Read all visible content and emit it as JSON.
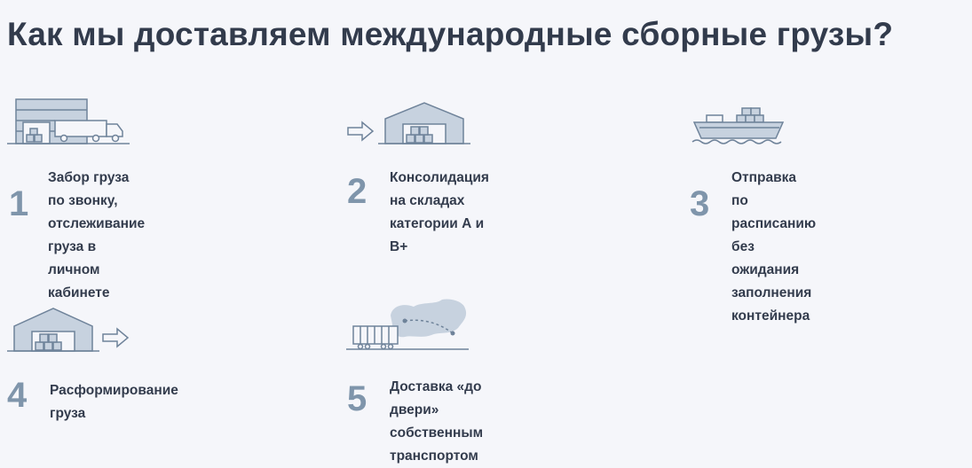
{
  "title": "Как мы доставляем международные сборные грузы?",
  "colors": {
    "background": "#f5f6fa",
    "icon_stroke": "#6f839a",
    "icon_fill": "#c7d2df",
    "number": "#7f95ab",
    "text": "#333c4d"
  },
  "steps": [
    {
      "number": "1",
      "text": "Забор груза по звонку,\nотслеживание груза в личном\nкабинете",
      "icon": "warehouse-truck-icon"
    },
    {
      "number": "2",
      "text": "Консолидация на складах\nкатегории А и В+",
      "icon": "arrow-into-warehouse-icon"
    },
    {
      "number": "3",
      "text": "Отправка по расписанию без\nожидания заполнения\nконтейнера",
      "icon": "cargo-ship-icon"
    },
    {
      "number": "4",
      "text": "Расформирование груза",
      "icon": "warehouse-arrow-out-icon"
    },
    {
      "number": "5",
      "text": "Доставка «до двери»\nсобственным транспортом",
      "icon": "railcar-map-icon"
    }
  ]
}
